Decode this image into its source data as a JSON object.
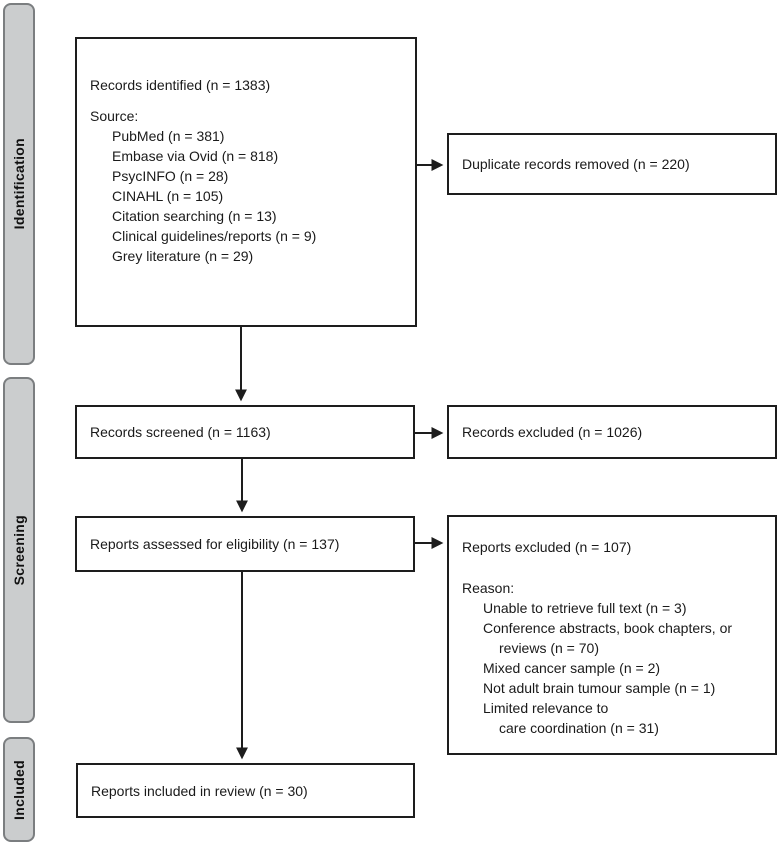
{
  "stages": [
    {
      "label": "Identification"
    },
    {
      "label": "Screening"
    },
    {
      "label": "Included"
    }
  ],
  "flow": {
    "records_identified": {
      "title": "Records identified (n = 1383)",
      "source_label": "Source:",
      "sources": [
        "PubMed (n = 381)",
        "Embase via Ovid (n = 818)",
        "PsycINFO (n = 28)",
        "CINAHL (n = 105)",
        "Citation searching (n = 13)",
        "Clinical guidelines/reports (n = 9)",
        "Grey literature (n = 29)"
      ]
    },
    "duplicates_removed": {
      "title": "Duplicate records removed (n = 220)"
    },
    "records_screened": {
      "title": "Records screened (n = 1163)"
    },
    "records_excluded": {
      "title": "Records excluded (n = 1026)"
    },
    "reports_assessed": {
      "title": "Reports assessed for eligibility (n = 137)"
    },
    "reports_excluded": {
      "title": "Reports excluded (n = 107)",
      "reason_label": "Reason:",
      "reason_lines": [
        "Unable to retrieve full text (n = 3)",
        "Conference abstracts, book chapters, or",
        "reviews (n = 70)",
        "Mixed cancer sample (n = 2)",
        "Not adult brain tumour sample (n = 1)",
        "Limited relevance to",
        "care coordination (n = 31)"
      ]
    },
    "reports_included": {
      "title": "Reports included in review (n = 30)"
    }
  },
  "colors": {
    "stage_fill": "#cbcdce",
    "stage_border": "#7b7e80",
    "box_border": "#1d1d1d",
    "arrow": "#1d1d1d"
  }
}
